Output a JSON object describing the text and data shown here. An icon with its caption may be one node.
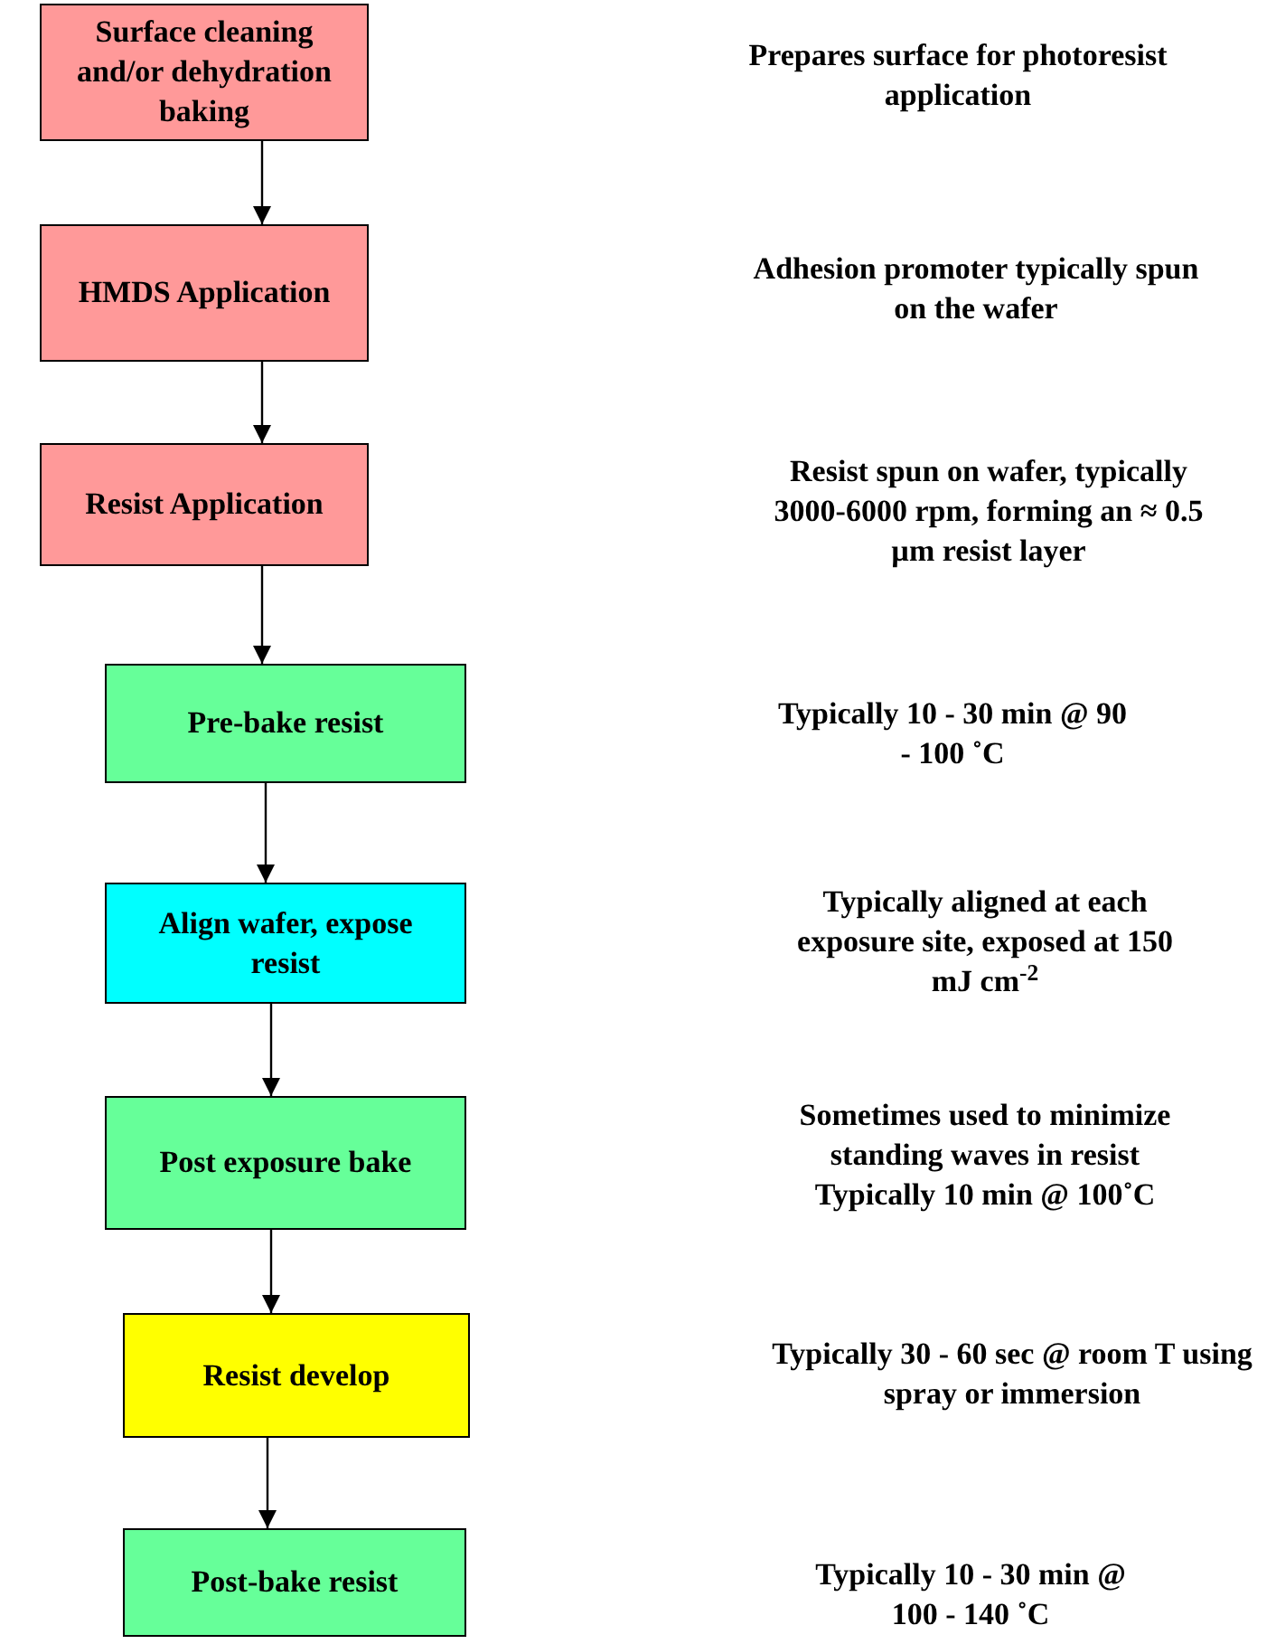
{
  "diagram": {
    "nodes": [
      {
        "text": [
          "Surface cleaning and/or dehydration baking"
        ]
      },
      {
        "text": [
          "HMDS Application"
        ]
      },
      {
        "text": [
          "Resist Application"
        ]
      },
      {
        "text": [
          "Pre-bake resist"
        ]
      },
      {
        "text": [
          "Align wafer, expose resist"
        ]
      },
      {
        "text": [
          "Post exposure bake"
        ]
      },
      {
        "text": [
          "Resist develop"
        ]
      },
      {
        "text": [
          "Post-bake resist"
        ]
      }
    ],
    "edges": [
      {
        "from": 0,
        "to": 1,
        "arrow": "to"
      },
      {
        "from": 1,
        "to": 2,
        "arrow": "to"
      },
      {
        "from": 2,
        "to": 3,
        "arrow": "to"
      },
      {
        "from": 3,
        "to": 4,
        "arrow": "to"
      },
      {
        "from": 4,
        "to": 5,
        "arrow": "to"
      },
      {
        "from": 5,
        "to": 6,
        "arrow": "to"
      },
      {
        "from": 6,
        "to": 7,
        "arrow": "to"
      }
    ],
    "labels": [
      "Prepares surface for photoresist application",
      "Adhesion promoter typically spun on the wafer",
      "Resist spun on wafer, typically 3000-6000 rpm, forming an ≈ 0.5 µm resist layer",
      "Typically 10 - 30 min @ 90 - 100 ˚C",
      "Typically aligned at each exposure site, exposed at 150 mJ cm$^{-2}$",
      "Sometimes used to minimize standing waves in resist Typically 10 min @ 100˚C",
      "Typically 30 - 60 sec @ room T using spray or immersion",
      "Typically 10 - 30 min @ 100 - 140 ˚C"
    ]
  }
}
